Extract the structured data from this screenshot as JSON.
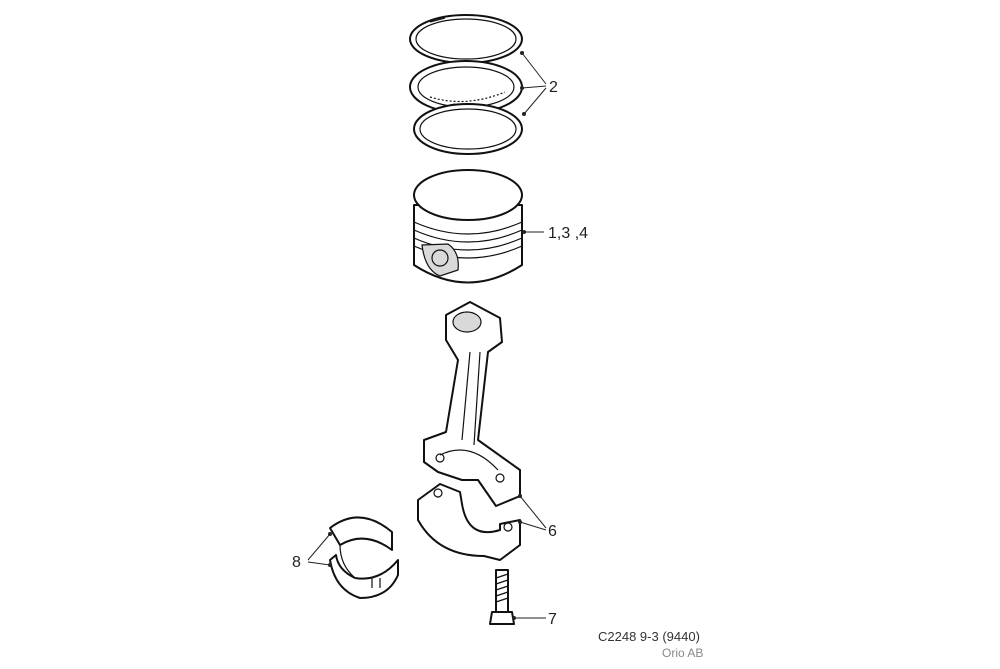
{
  "diagram": {
    "labels": {
      "rings": "2",
      "piston": "1,3 ,4",
      "rod_cap": "6",
      "bolt": "7",
      "bearing": "8"
    },
    "drawing_code": "C2248 9-3 (9440)",
    "copyright": "Orio AB"
  }
}
